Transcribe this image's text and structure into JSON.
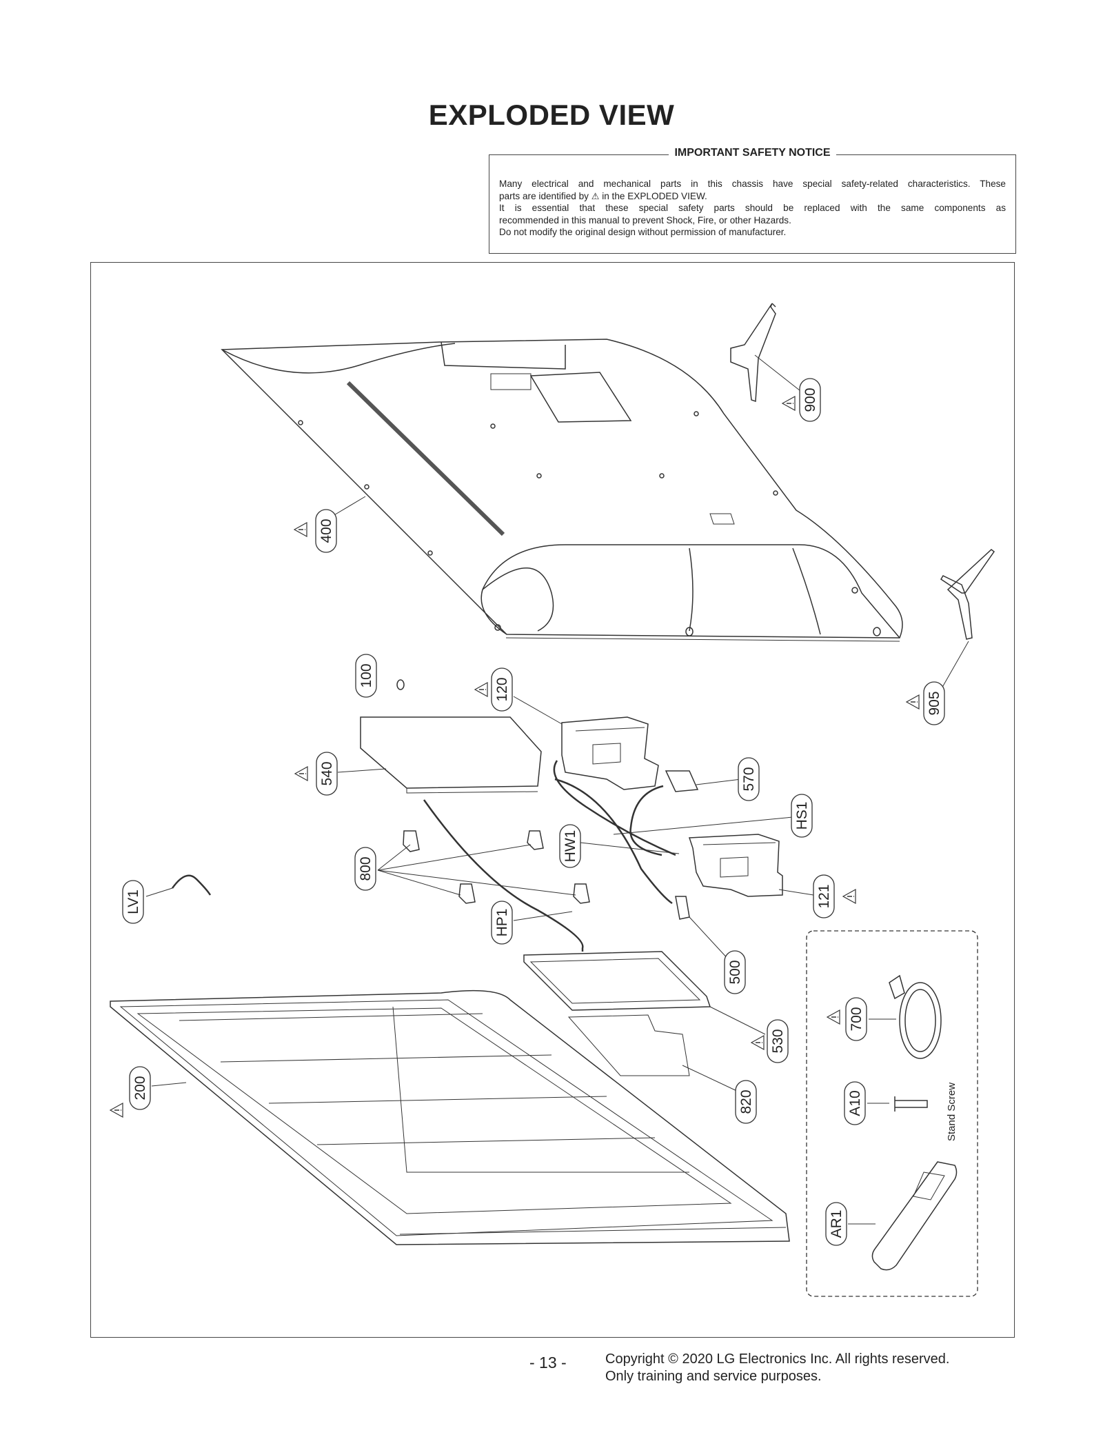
{
  "page": {
    "title": "EXPLODED VIEW",
    "page_number": "- 13 -",
    "copyright_line1": "Copyright © 2020 LG Electronics Inc. All rights reserved.",
    "copyright_line2": "Only training and service purposes."
  },
  "notice": {
    "heading": "IMPORTANT SAFETY NOTICE",
    "line1": "Many electrical and mechanical parts in this chassis have special safety-related characteristics. These",
    "line2_pre": "parts are identified by",
    "line2_post": "in the EXPLODED VIEW.",
    "line3": "It is essential that these special safety parts should be replaced with the same components as",
    "line4": "recommended in this manual to prevent Shock, Fire, or other Hazards.",
    "line5": "Do not modify the original design without permission of manufacturer."
  },
  "parts": [
    {
      "id": "p900",
      "label": "900",
      "safety": true
    },
    {
      "id": "p400",
      "label": "400",
      "safety": true
    },
    {
      "id": "p905",
      "label": "905",
      "safety": true
    },
    {
      "id": "p100",
      "label": "100",
      "safety": false
    },
    {
      "id": "p120",
      "label": "120",
      "safety": true
    },
    {
      "id": "p540",
      "label": "540",
      "safety": true
    },
    {
      "id": "p570",
      "label": "570",
      "safety": false
    },
    {
      "id": "pHS1",
      "label": "HS1",
      "safety": false
    },
    {
      "id": "pHW1",
      "label": "HW1",
      "safety": false
    },
    {
      "id": "p800",
      "label": "800",
      "safety": false
    },
    {
      "id": "p121",
      "label": "121",
      "safety": true
    },
    {
      "id": "pLV1",
      "label": "LV1",
      "safety": false
    },
    {
      "id": "pHP1",
      "label": "HP1",
      "safety": false
    },
    {
      "id": "p500",
      "label": "500",
      "safety": false
    },
    {
      "id": "p700",
      "label": "700",
      "safety": true
    },
    {
      "id": "p530",
      "label": "530",
      "safety": true
    },
    {
      "id": "p200",
      "label": "200",
      "safety": true
    },
    {
      "id": "pA10",
      "label": "A10",
      "safety": false
    },
    {
      "id": "p820",
      "label": "820",
      "safety": false
    },
    {
      "id": "pAR1",
      "label": "AR1",
      "safety": false
    }
  ],
  "accessory_note": "Stand Screw",
  "colors": {
    "line": "#333333",
    "text": "#222222"
  }
}
